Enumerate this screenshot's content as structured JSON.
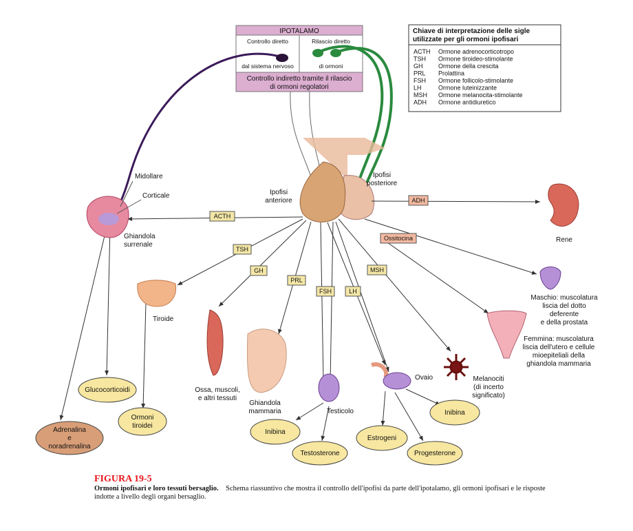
{
  "hypothalamus": {
    "title": "IPOTALAMO",
    "direct_control_top": "Controllo diretto",
    "direct_control_bottom": "dal sistema nervoso",
    "direct_release_top": "Rilascio diretto",
    "direct_release_bottom": "di ormoni",
    "indirect_line1": "Controllo indiretto tramite il rilascio",
    "indirect_line2": "di ormoni regolatori"
  },
  "key": {
    "title_line1": "Chiave di interpretazione delle sigle",
    "title_line2": "utilizzate per gli ormoni ipofisari",
    "entries": [
      {
        "abbr": "ACTH",
        "name": "Ormone adrenocorticotropo"
      },
      {
        "abbr": "TSH",
        "name": "Ormone tiroideo-stimolante"
      },
      {
        "abbr": "GH",
        "name": "Ormone della crescita"
      },
      {
        "abbr": "PRL",
        "name": "Prolattina"
      },
      {
        "abbr": "FSH",
        "name": "Ormone follicolo-stimolante"
      },
      {
        "abbr": "LH",
        "name": "Ormone luteinizzante"
      },
      {
        "abbr": "MSH",
        "name": "Ormone melanocita-stimolante"
      },
      {
        "abbr": "ADH",
        "name": "Ormone antidiuretico"
      }
    ]
  },
  "pituitary": {
    "anterior": [
      "Ipofisi",
      "anteriore"
    ],
    "posterior": [
      "Ipofisi",
      "posteriore"
    ]
  },
  "hormones": {
    "acth": "ACTH",
    "tsh": "TSH",
    "gh": "GH",
    "prl": "PRL",
    "fsh": "FSH",
    "lh": "LH",
    "msh": "MSH",
    "adh": "ADH",
    "oxytocin": "Ossitocina"
  },
  "targets": {
    "medulla": "Midollare",
    "cortex": "Corticale",
    "adrenal": [
      "Ghiandola",
      "surrenale"
    ],
    "thyroid": "Tiroide",
    "bones": [
      "Ossa, muscoli,",
      "e altri tessuti"
    ],
    "mammary": [
      "Ghiandola",
      "mammaria"
    ],
    "testis": "Testicolo",
    "ovary": "Ovaio",
    "melanocytes": [
      "Melanociti",
      "(di incerto",
      "significato)"
    ],
    "kidney": "Rene",
    "male": [
      "Maschio: muscolatura",
      "liscia del dotto",
      "deferente",
      "e della prostata"
    ],
    "female": [
      "Femmina: muscolatura",
      "liscia dell'utero e cellule",
      "mioepiteliali della",
      "ghiandola mammaria"
    ]
  },
  "responses": {
    "glucocorticoids": "Glucocorticoidi",
    "thyroid_hormones": [
      "Ormoni",
      "tiroidei"
    ],
    "adrenaline": [
      "Adrenalina",
      "e",
      "noradrenalina"
    ],
    "inhibin_m": "Inibina",
    "testosterone": "Testosterone",
    "estrogens": "Estrogeni",
    "progesterone": "Progesterone",
    "inhibin_f": "Inibina"
  },
  "caption": {
    "figure": "FIGURA  19-5",
    "title": "Ormoni ipofisari e loro tessuti bersaglio.",
    "text": "Schema riassuntivo che mostra il controllo dell'ipofisi da parte dell'ipotalamo, gli ormoni ipofisari e le risposte indotte a livello degli organi bersaglio."
  },
  "colors": {
    "hypothalamus_pink": "#dcaed0",
    "hormone_box": "#f3e6a6",
    "oxytocin_box": "#f2b9a0",
    "response_yellow": "#f7e7a0",
    "adrenaline_fill": "#d89e77",
    "pituitary_brown": "#d9a474",
    "neuron_green": "#2a8a3e",
    "neuron_purple": "#3b1a5a"
  }
}
